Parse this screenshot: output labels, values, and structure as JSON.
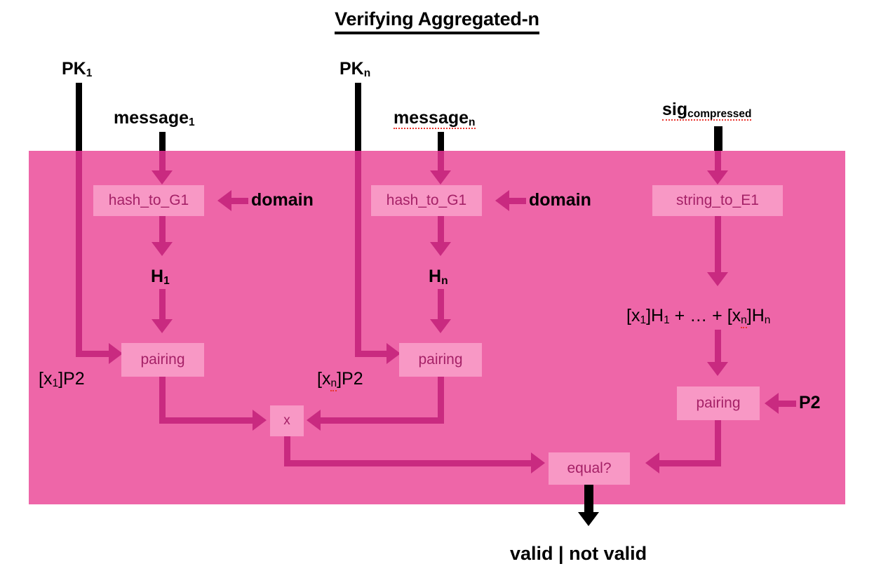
{
  "title": {
    "text": "Verifying Aggregated-n",
    "underlined": true
  },
  "colors": {
    "panel_bg": "#ee66a8",
    "box_fill": "#f898c5",
    "box_text": "#a52167",
    "connector": "#c92a80",
    "input_stem": "#000000",
    "label_text": "#000000",
    "spellcheck_underline": "#e8342e",
    "page_bg": "#ffffff"
  },
  "inputs": [
    {
      "id": "pk1",
      "label": "PK",
      "sub": "1",
      "spellcheck": false
    },
    {
      "id": "message1",
      "label": "message",
      "sub": "1",
      "spellcheck": false
    },
    {
      "id": "pkn",
      "label": "PK",
      "sub": "n",
      "spellcheck": false
    },
    {
      "id": "messagen",
      "label": "message",
      "sub": "n",
      "spellcheck": true
    },
    {
      "id": "sig",
      "label": "sig",
      "sub": "compressed",
      "spellcheck": true
    }
  ],
  "boxes": [
    {
      "id": "hash_to_G1_1",
      "label": "hash_to_G1"
    },
    {
      "id": "hash_to_G1_n",
      "label": "hash_to_G1"
    },
    {
      "id": "string_to_E1",
      "label": "string_to_E1"
    },
    {
      "id": "pairing_1",
      "label": "pairing"
    },
    {
      "id": "pairing_n",
      "label": "pairing"
    },
    {
      "id": "pairing_agg",
      "label": "pairing"
    },
    {
      "id": "multiply",
      "label": "x"
    },
    {
      "id": "equal",
      "label": "equal?"
    }
  ],
  "side_inputs": [
    {
      "id": "domain_1",
      "label": "domain"
    },
    {
      "id": "domain_n",
      "label": "domain"
    },
    {
      "id": "p2",
      "label": "P2"
    }
  ],
  "intermediates": [
    {
      "id": "h1",
      "label": "H",
      "sub": "1"
    },
    {
      "id": "hn",
      "label": "H",
      "sub": "n"
    },
    {
      "id": "x1p2",
      "label": "[x",
      "sub": "1",
      "tail": "]P2",
      "spellcheck": false
    },
    {
      "id": "xnp2",
      "label": "[x",
      "sub": "n",
      "tail": "]P2",
      "spellcheck": true
    }
  ],
  "aggregate_expression": {
    "id": "agg_sum",
    "parts": [
      "[x",
      "1",
      "]H",
      "1",
      " + … + ",
      "[x",
      "n",
      "]H",
      "n"
    ],
    "plain": "[x₁]H₁ + … + [xₙ]Hₙ",
    "spellcheck_on": "xₙ"
  },
  "output": {
    "id": "result",
    "label": "valid | not valid"
  }
}
